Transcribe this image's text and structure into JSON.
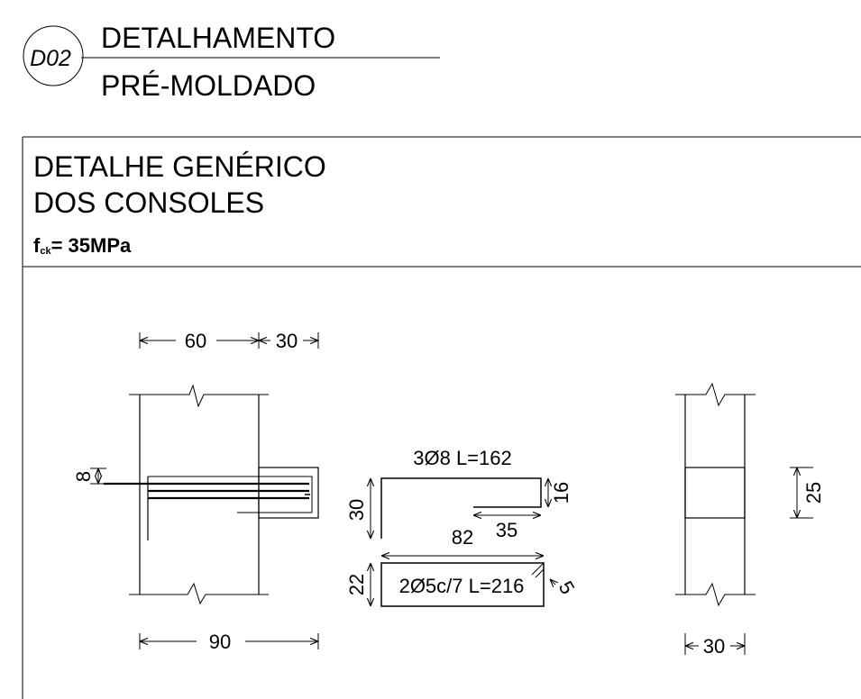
{
  "header": {
    "badge": "D02",
    "title_line1": "DETALHAMENTO",
    "title_line2": "PRÉ-MOLDADO"
  },
  "panel": {
    "title_line1": "DETALHE GENÉRICO",
    "title_line2": "DOS CONSOLES",
    "fck_symbol": "f",
    "fck_subscript": "ck",
    "fck_value": "= 35MPa"
  },
  "drawing": {
    "dim_column": "60",
    "dim_console": "30",
    "dim_top_cover": "8",
    "dim_total_width": "90",
    "bar_main_label": "3Ø8 L=162",
    "bar_main_leg": "30",
    "bar_main_hook": "16",
    "bar_main_length": "82",
    "bar_main_inner": "35",
    "stirrup_label": "2Ø5c/7 L=216",
    "stirrup_height": "22",
    "stirrup_hook": "5",
    "side_height": "25",
    "side_width": "30"
  }
}
